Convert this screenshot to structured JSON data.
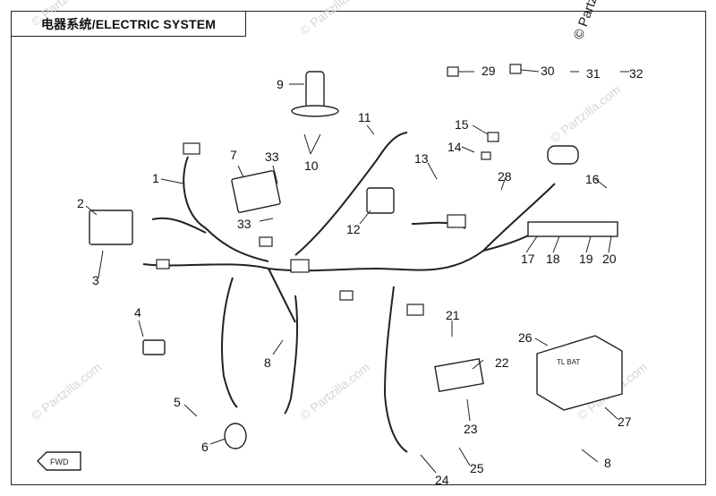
{
  "title": "电器系统/ELECTRIC SYSTEM",
  "watermark": "© Partzilla.com",
  "brand_mark": "© Partzilla",
  "direction_badge": "FWD",
  "callouts": [
    "1",
    "2",
    "3",
    "4",
    "5",
    "6",
    "7",
    "8",
    "9",
    "10",
    "11",
    "12",
    "13",
    "14",
    "15",
    "16",
    "17",
    "18",
    "19",
    "20",
    "21",
    "22",
    "23",
    "24",
    "25",
    "26",
    "27",
    "28",
    "29",
    "30",
    "31",
    "32",
    "33",
    "33",
    "8"
  ],
  "battery_label": "TL BAT",
  "colors": {
    "line": "#222222",
    "watermark": "#d6d6d6"
  }
}
